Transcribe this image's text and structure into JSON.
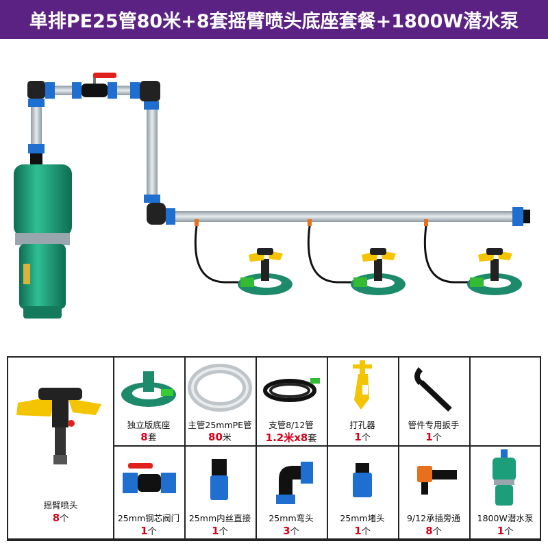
{
  "banner": {
    "title": "单排PE25管80米+8套摇臂喷头底座套餐+1800W潜水泵",
    "bg_color": "#5b2283"
  },
  "colors": {
    "pipe": "#b9c2c8",
    "fitting_blue": "#1f6fd0",
    "fitting_black": "#222222",
    "pump_green": "#1d9e7a",
    "quantity_red": "#d8001a",
    "sprinkler_yellow": "#f4c400"
  },
  "items": [
    {
      "name": "摇臂喷头",
      "qty": "8",
      "unit": "个",
      "icon": "rocker-sprinkler-icon"
    },
    {
      "name": "独立版底座",
      "qty": "8",
      "unit": "套",
      "icon": "sprinkler-base-icon"
    },
    {
      "name": "主管25mmPE管",
      "qty": "80",
      "unit": "米",
      "icon": "pe-pipe-coil-icon"
    },
    {
      "name": "支管8/12管",
      "qty": "1.2米x8",
      "unit": "套",
      "icon": "branch-hose-icon"
    },
    {
      "name": "打孔器",
      "qty": "1",
      "unit": "个",
      "icon": "hole-punch-icon"
    },
    {
      "name": "管件专用扳手",
      "qty": "1",
      "unit": "个",
      "icon": "wrench-icon"
    },
    {
      "name": "25mm钢芯阀门",
      "qty": "1",
      "unit": "个",
      "icon": "ball-valve-icon"
    },
    {
      "name": "25mm内丝直接",
      "qty": "1",
      "unit": "个",
      "icon": "female-connector-icon"
    },
    {
      "name": "25mm弯头",
      "qty": "3",
      "unit": "个",
      "icon": "elbow-icon"
    },
    {
      "name": "25mm堵头",
      "qty": "1",
      "unit": "个",
      "icon": "end-cap-icon"
    },
    {
      "name": "9/12承插旁通",
      "qty": "8",
      "unit": "个",
      "icon": "bypass-connector-icon"
    },
    {
      "name": "1800W潜水泵",
      "qty": "1",
      "unit": "个",
      "icon": "submersible-pump-icon"
    }
  ]
}
